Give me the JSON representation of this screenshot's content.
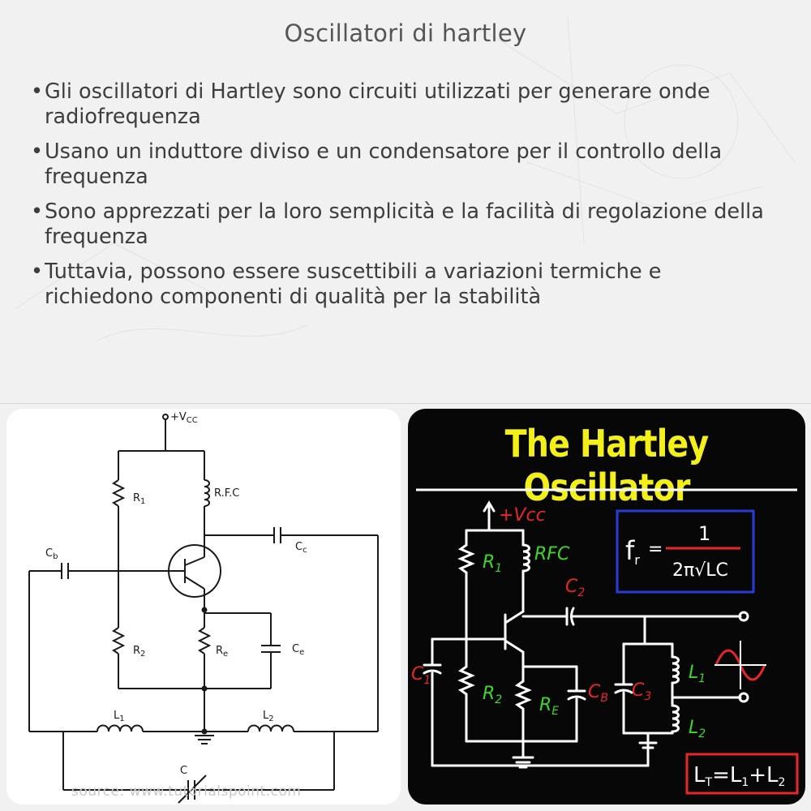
{
  "title": "Oscillatori di hartley",
  "bullets": [
    "Gli oscillatori di Hartley sono circuiti utilizzati per generare onde radiofrequenza",
    "Usano un induttore diviso e un condensatore per il controllo della frequenza",
    "Sono apprezzati per la loro semplicità e la facilità di regolazione della frequenza",
    "Tuttavia, possono essere suscettibili a variazioni termiche e richiedono componenti di qualità per la stabilità"
  ],
  "bullet_char": "•",
  "left_diagram": {
    "labels": {
      "vcc": "+V",
      "vcc_sub": "CC",
      "r1": "R",
      "r1_sub": "1",
      "rfc": "R.F.C",
      "cb": "C",
      "cb_sub": "b",
      "cc": "C",
      "cc_sub": "c",
      "r2": "R",
      "r2_sub": "2",
      "re": "R",
      "re_sub": "e",
      "ce": "C",
      "ce_sub": "e",
      "l1": "L",
      "l1_sub": "1",
      "l2": "L",
      "l2_sub": "2",
      "c": "C"
    },
    "source": "source: www.tutorialspoint.com"
  },
  "right_diagram": {
    "title": "The Hartley Oscillator",
    "vcc": "+Vcc",
    "r1": "R",
    "r1_sub": "1",
    "rfc": "RFC",
    "c2": "C",
    "c2_sub": "2",
    "c1": "C",
    "c1_sub": "1",
    "r2": "R",
    "r2_sub": "2",
    "re": "R",
    "re_sub": "E",
    "cb": "C",
    "cb_sub": "B",
    "c3": "C",
    "c3_sub": "3",
    "l1": "L",
    "l1_sub": "1",
    "l2": "L",
    "l2_sub": "2",
    "formula_lhs": "f",
    "formula_lhs_sub": "r",
    "formula_eq": "=",
    "formula_num": "1",
    "formula_den": "2π√LC",
    "lt_formula": "L",
    "lt_sub": "T",
    "lt_rest": "=L",
    "lt_rest_sub": "1",
    "lt_plus": "+L",
    "lt_plus_sub": "2",
    "colors": {
      "title": "#f3ef18",
      "red": "#e8262a",
      "green": "#3bd82a",
      "blue": "#2a3cd8",
      "white": "#ffffff"
    }
  }
}
